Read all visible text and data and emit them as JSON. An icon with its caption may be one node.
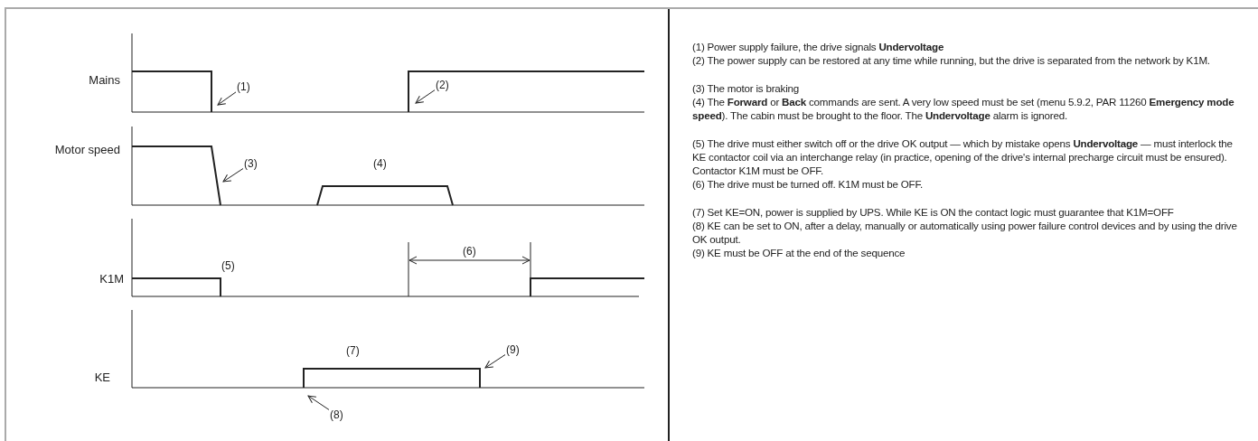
{
  "diagram": {
    "nodes": [
      {
        "text": [
          "(1)"
        ]
      },
      {
        "text": [
          "(2)"
        ]
      },
      {
        "text": [
          "(3)"
        ]
      },
      {
        "text": [
          "(9)"
        ]
      },
      {
        "text": [
          "(8)"
        ]
      }
    ],
    "edges": [
      {
        "from": 0,
        "to": null,
        "arrow": "to"
      },
      {
        "from": 1,
        "to": null,
        "arrow": "to"
      },
      {
        "from": 2,
        "to": null,
        "arrow": "to"
      },
      {
        "from": 3,
        "to": null,
        "arrow": "to"
      },
      {
        "from": 4,
        "to": null,
        "arrow": "to"
      }
    ],
    "labels": [
      "Mains",
      "Motor speed",
      "(4)",
      "(5)",
      "(6)",
      "K1M",
      "(7)",
      "KE",
      "(1) Power supply failure, the drive signals **Undervoltage**",
      "(2) The power supply can be restored at any time while running, but the drive is separated from the network by K1M.",
      "(3) The motor is braking",
      "(4) The **Forward** or **Back** commands are sent. A very low speed must be set (menu 5.9.2, PAR 11260 **Emergency mode speed**). The cabin must be brought to the floor. The **Undervoltage** alarm is ignored.",
      "(5) The drive must either switch off or the drive OK output — which by mistake opens **Undervoltage** — must interlock the KE contactor coil via an interchange relay (in practice, opening of the drive's internal precharge circuit must be ensured). Contactor K1M must be OFF.",
      "(6) The drive must be turned off. K1M must be OFF.",
      "(7) Set KE=ON, power is supplied by UPS. While KE is ON the contact logic must guarantee that K1M=OFF",
      "(8) KE can be set to ON, after a delay, manually or automatically using power failure control devices and by using the drive OK output.",
      "(9) KE must be OFF at the end of the sequence"
    ]
  }
}
